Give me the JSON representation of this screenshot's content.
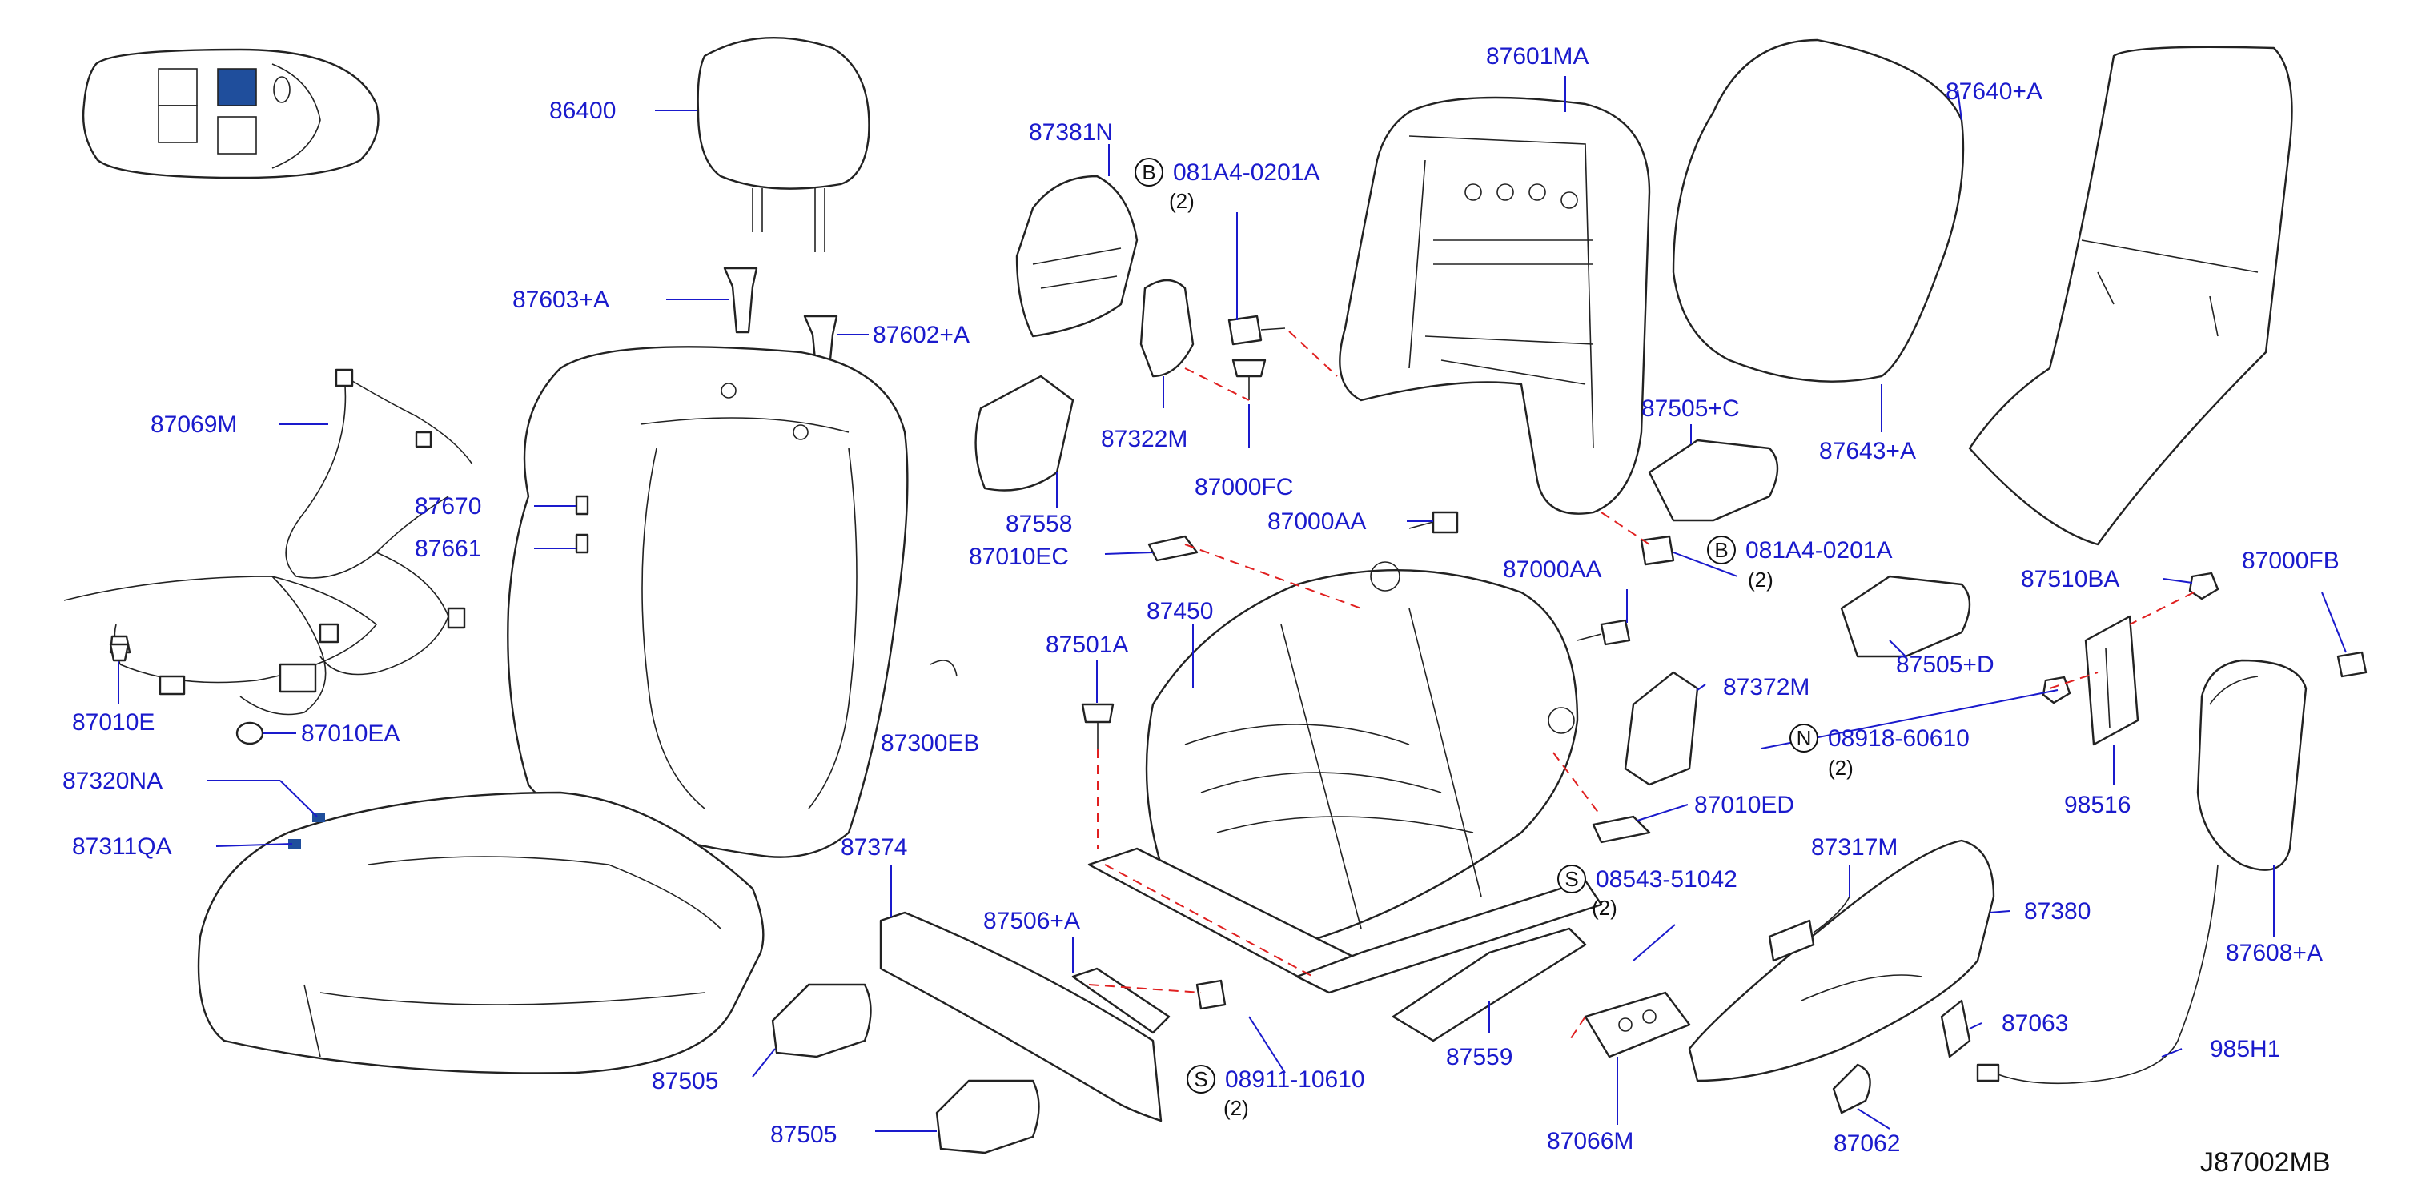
{
  "diagram": {
    "id": "J87002MB",
    "colors": {
      "callout": "#1a1acc",
      "assembly_line": "#e02020",
      "highlight": "#1f4e9c",
      "outline": "#222222"
    },
    "callouts": [
      {
        "key": "86400",
        "label": "86400"
      },
      {
        "key": "87603_a",
        "label": "87603+A"
      },
      {
        "key": "87602_a",
        "label": "87602+A"
      },
      {
        "key": "87069m",
        "label": "87069M"
      },
      {
        "key": "87670",
        "label": "87670"
      },
      {
        "key": "87661",
        "label": "87661"
      },
      {
        "key": "87010e",
        "label": "87010E"
      },
      {
        "key": "87010ea",
        "label": "87010EA"
      },
      {
        "key": "87320na",
        "label": "87320NA"
      },
      {
        "key": "87311qa",
        "label": "87311QA"
      },
      {
        "key": "87381n",
        "label": "87381N"
      },
      {
        "key": "87322m",
        "label": "87322M"
      },
      {
        "key": "87558",
        "label": "87558"
      },
      {
        "key": "87010ec",
        "label": "87010EC"
      },
      {
        "key": "87000fc",
        "label": "87000FC"
      },
      {
        "key": "87000aa_1",
        "label": "87000AA"
      },
      {
        "key": "87450",
        "label": "87450"
      },
      {
        "key": "87501a",
        "label": "87501A"
      },
      {
        "key": "87300eb",
        "label": "87300EB"
      },
      {
        "key": "87374",
        "label": "87374"
      },
      {
        "key": "87506_a",
        "label": "87506+A"
      },
      {
        "key": "87505_1",
        "label": "87505"
      },
      {
        "key": "87505_2",
        "label": "87505"
      },
      {
        "key": "87601ma",
        "label": "87601MA"
      },
      {
        "key": "87505_c",
        "label": "87505+C"
      },
      {
        "key": "87000aa_2",
        "label": "87000AA"
      },
      {
        "key": "87372m",
        "label": "87372M"
      },
      {
        "key": "87010ed",
        "label": "87010ED"
      },
      {
        "key": "87559",
        "label": "87559"
      },
      {
        "key": "87066m",
        "label": "87066M"
      },
      {
        "key": "87640_a",
        "label": "87640+A"
      },
      {
        "key": "87643_a",
        "label": "87643+A"
      },
      {
        "key": "87505_d",
        "label": "87505+D"
      },
      {
        "key": "87510ba",
        "label": "87510BA"
      },
      {
        "key": "87000fb",
        "label": "87000FB"
      },
      {
        "key": "98516",
        "label": "98516"
      },
      {
        "key": "87317m",
        "label": "87317M"
      },
      {
        "key": "87380",
        "label": "87380"
      },
      {
        "key": "87063",
        "label": "87063"
      },
      {
        "key": "87062",
        "label": "87062"
      },
      {
        "key": "87608_a",
        "label": "87608+A"
      },
      {
        "key": "985h1",
        "label": "985H1"
      }
    ],
    "fasteners": [
      {
        "key": "b_081a4_top",
        "badge": "B",
        "label": "081A4-0201A",
        "qty": "(2)"
      },
      {
        "key": "b_081a4_mid",
        "badge": "B",
        "label": "081A4-0201A",
        "qty": "(2)"
      },
      {
        "key": "n_08918",
        "badge": "N",
        "label": "08918-60610",
        "qty": "(2)"
      },
      {
        "key": "s_08543",
        "badge": "S",
        "label": "08543-51042",
        "qty": "(2)"
      },
      {
        "key": "s_08911",
        "badge": "S",
        "label": "08911-10610",
        "qty": "(2)"
      }
    ]
  }
}
